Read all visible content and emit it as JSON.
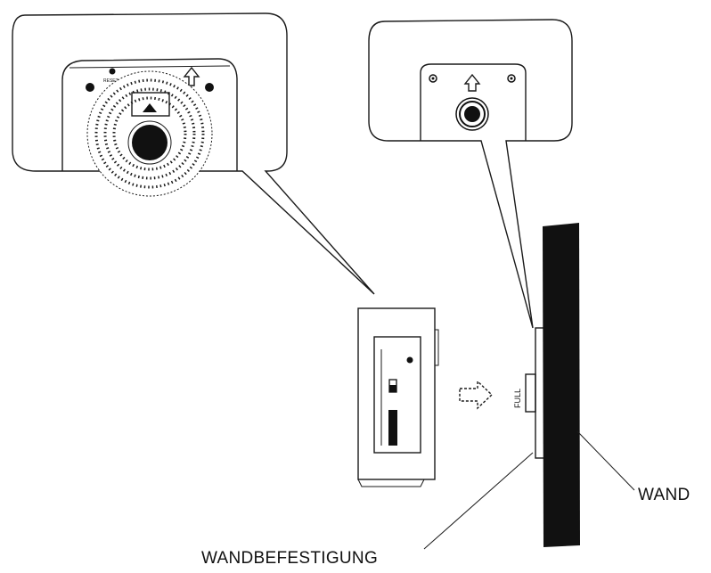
{
  "figure": {
    "labels": {
      "wall": "WAND",
      "wall_mount": "WANDBEFESTIGUNG",
      "full_marking": "FULL",
      "reset_marking": "RESET"
    },
    "icons": [
      "up-arrow-icon",
      "right-arrow-icon",
      "screw-icon",
      "lens-icon",
      "camera-icon"
    ]
  }
}
